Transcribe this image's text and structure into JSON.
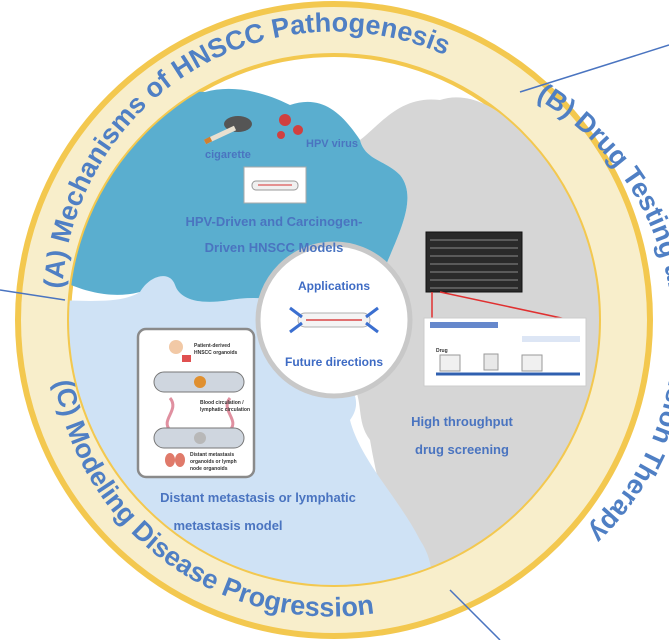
{
  "ring": {
    "a_title": "(A) Mechanisms of HNSCC Pathogenesis",
    "b_title": "(B) Drug Testing and Precision Therapy",
    "c_title": "(C) Modeling Disease Progression"
  },
  "section_a": {
    "cigarette_label": "cigarette",
    "virus_label": "HPV virus",
    "model_line1": "HPV-Driven and Carcinogen-",
    "model_line2": "Driven HNSCC Models"
  },
  "section_b": {
    "caption_line1": "High throughput",
    "caption_line2": "drug screening",
    "drug_label": "Drug"
  },
  "section_c": {
    "organoid_label_line1": "Patient-derived",
    "organoid_label_line2": "HNSCC organoids",
    "circulation_line1": "Blood circulation /",
    "circulation_line2": "lymphatic circulation",
    "metastasis_label_line1": "Distant metastasis",
    "metastasis_label_line2": "organoids or lymph",
    "metastasis_label_line3": "node organoids",
    "caption_line1": "Distant metastasis or lymphatic",
    "caption_line2": "metastasis model"
  },
  "center": {
    "applications": "Applications",
    "future": "Future directions"
  },
  "colors": {
    "ring_fill": "#f8eecb",
    "ring_stroke": "#f3c84f",
    "piece_a": "#5aaecf",
    "piece_b": "#d6d6d6",
    "piece_c": "#cfe2f5",
    "text_blue": "#4a74c0"
  }
}
